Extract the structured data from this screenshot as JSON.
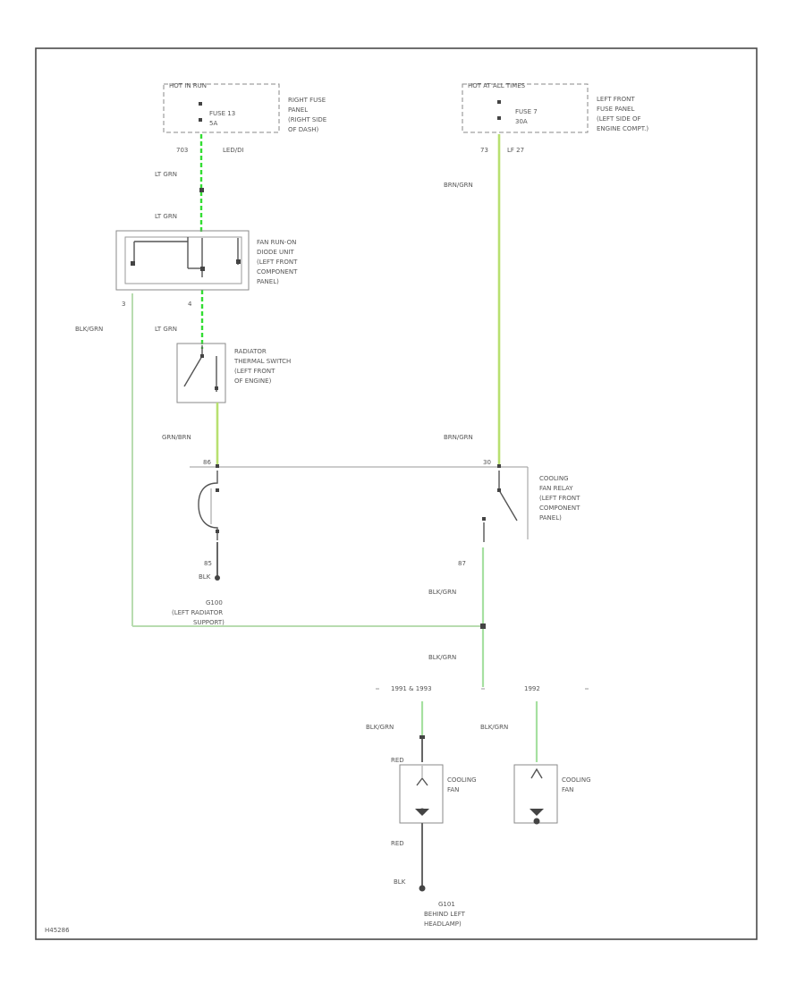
{
  "colors": {
    "frame": "#4a4a4a",
    "lt_grn_wire": "#33dd33",
    "brn_grn_wire": "#b8e070",
    "blk_grn_wire": "#b8dcb0",
    "text": "#555555"
  },
  "fuse_left": {
    "header": "HOT IN RUN",
    "fuse": "FUSE 13",
    "amps": "5A",
    "location": [
      "RIGHT FUSE",
      "PANEL",
      "(RIGHT SIDE",
      "OF DASH)"
    ],
    "circuit": "703",
    "circuit_label": "LED/DI"
  },
  "fuse_right": {
    "header": "HOT AT ALL TIMES",
    "fuse": "FUSE 7",
    "amps": "30A",
    "location": [
      "LEFT FRONT",
      "FUSE PANEL",
      "(LEFT SIDE OF",
      "ENGINE COMPT.)"
    ],
    "circuit": "73",
    "circuit_label": "LF 27"
  },
  "wires": {
    "lt_grn_1": "LT GRN",
    "lt_grn_2": "LT GRN",
    "lt_grn_3": "LT GRN",
    "blk_grn_left": "BLK/GRN",
    "brn_grn_upper": "BRN/GRN",
    "brn_grn_lower": "BRN/GRN",
    "grn_brn": "GRN/BRN",
    "blk_grn_relay": "BLK/GRN",
    "blk_grn_splice": "BLK/GRN",
    "blk_grn_fan1": "BLK/GRN",
    "blk_grn_fan2": "BLK/GRN",
    "red_upper": "RED",
    "red_lower": "RED",
    "blk_fan": "BLK",
    "blk_relay": "BLK"
  },
  "diode_unit": {
    "label": [
      "FAN RUN-ON",
      "DIODE UNIT",
      "(LEFT FRONT",
      "COMPONENT",
      "PANEL)"
    ],
    "pin_left": "3",
    "pin_mid": "4"
  },
  "thermal_switch": {
    "label": [
      "RADIATOR",
      "THERMAL SWITCH",
      "(LEFT FRONT",
      "OF ENGINE)"
    ]
  },
  "relay": {
    "label": [
      "COOLING",
      "FAN RELAY",
      "(LEFT FRONT",
      "COMPONENT",
      "PANEL)"
    ],
    "pin_86": "86",
    "pin_30": "30",
    "pin_85": "85",
    "pin_87": "87"
  },
  "grounds": {
    "g100": [
      "G100",
      "(LEFT RADIATOR",
      "SUPPORT)"
    ],
    "g101": [
      "G101",
      "BEHIND LEFT",
      "HEADLAMP)"
    ]
  },
  "variants": {
    "left": "1991 & 1993",
    "right": "1992"
  },
  "fans": {
    "fan1": [
      "COOLING",
      "FAN"
    ],
    "fan2": [
      "COOLING",
      "FAN"
    ]
  },
  "footer_code": "H45286"
}
